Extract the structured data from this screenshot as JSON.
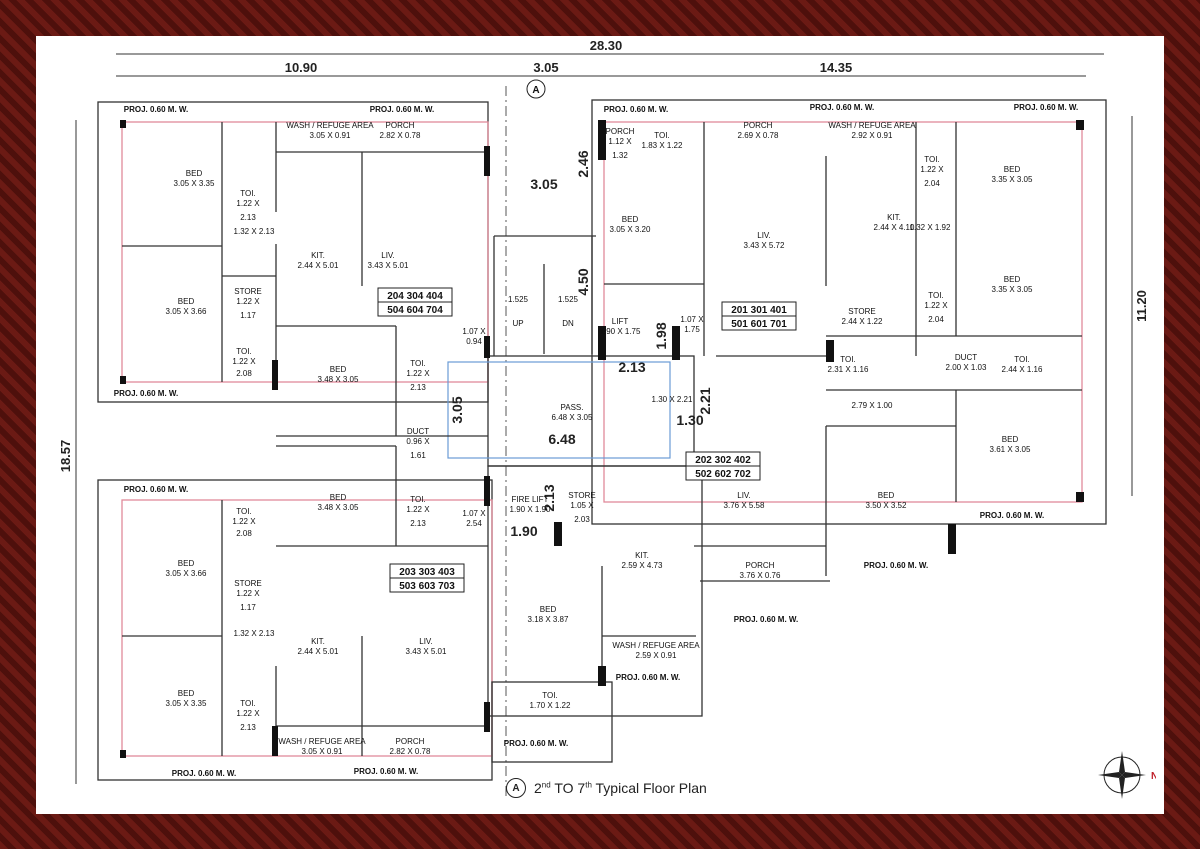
{
  "plan": {
    "caption": {
      "marker": "A",
      "floor_from": "2",
      "sup_from": "nd",
      "mid": " TO ",
      "floor_to": "7",
      "sup_to": "th",
      "rest": " Typical Floor Plan"
    },
    "axis_marker": "A",
    "north": "N",
    "dims": {
      "total": "28.30",
      "left": "10.90",
      "mid": "3.05",
      "right": "14.35",
      "height": "18.57",
      "right_height": "11.20"
    },
    "core_dims": [
      "3.05",
      "2.46",
      "4.50",
      "1.525",
      "1.525",
      "2.13",
      "1.98",
      "3.05",
      "6.48",
      "2.21",
      "1.30",
      "2.13",
      "1.90"
    ],
    "proj": "PROJ. 0.60 M. W.",
    "flats": {
      "f204": "204 304 404",
      "f504": "504 604 704",
      "f201": "201 301 401",
      "f501": "501 601 701",
      "f202": "202 302 402",
      "f502": "502 602 702",
      "f203": "203 303 403",
      "f503": "503 603 703"
    },
    "rooms": [
      {
        "l": "WASH / REFUGE AREA",
        "d": "3.05 X 0.91"
      },
      {
        "l": "PORCH",
        "d": "2.82 X 0.78"
      },
      {
        "l": "BED",
        "d": "3.05 X 3.35"
      },
      {
        "l": "TOI.",
        "d": "1.22 X"
      },
      {
        "l": "2.13",
        "d": ""
      },
      {
        "l": "KIT.",
        "d": "2.44 X 5.01"
      },
      {
        "l": "LIV.",
        "d": "3.43 X 5.01"
      },
      {
        "l": "1.32 X 2.13",
        "d": ""
      },
      {
        "l": "BED",
        "d": "3.05 X 3.66"
      },
      {
        "l": "STORE",
        "d": "1.22 X"
      },
      {
        "l": "1.17",
        "d": ""
      },
      {
        "l": "TOI.",
        "d": "1.22 X"
      },
      {
        "l": "2.08",
        "d": ""
      },
      {
        "l": "BED",
        "d": "3.48 X 3.05"
      },
      {
        "l": "TOI.",
        "d": "1.22 X"
      },
      {
        "l": "2.13",
        "d": ""
      },
      {
        "l": "DUCT",
        "d": "0.96 X"
      },
      {
        "l": "1.61",
        "d": ""
      },
      {
        "l": "1.07 X",
        "d": "0.94"
      },
      {
        "l": "BED",
        "d": "3.48 X 3.05"
      },
      {
        "l": "TOI.",
        "d": "1.22 X"
      },
      {
        "l": "2.13",
        "d": ""
      },
      {
        "l": "1.07 X",
        "d": "2.54"
      },
      {
        "l": "TOI.",
        "d": "1.22 X"
      },
      {
        "l": "2.08",
        "d": ""
      },
      {
        "l": "BED",
        "d": "3.05 X 3.66"
      },
      {
        "l": "STORE",
        "d": "1.22 X"
      },
      {
        "l": "1.17",
        "d": ""
      },
      {
        "l": "1.32 X 2.13",
        "d": ""
      },
      {
        "l": "KIT.",
        "d": "2.44 X 5.01"
      },
      {
        "l": "LIV.",
        "d": "3.43 X 5.01"
      },
      {
        "l": "BED",
        "d": "3.05 X 3.35"
      },
      {
        "l": "TOI.",
        "d": "1.22 X"
      },
      {
        "l": "2.13",
        "d": ""
      },
      {
        "l": "WASH / REFUGE AREA",
        "d": "3.05 X 0.91"
      },
      {
        "l": "PORCH",
        "d": "2.82 X 0.78"
      },
      {
        "l": "PASS.",
        "d": "6.48 X 3.05"
      },
      {
        "l": "UP",
        "d": ""
      },
      {
        "l": "DN",
        "d": ""
      },
      {
        "l": "LIFT",
        "d": "1.90 X 1.75"
      },
      {
        "l": "1.07 X",
        "d": "1.75"
      },
      {
        "l": "1.30 X 2.21",
        "d": ""
      },
      {
        "l": "FIRE LIFT",
        "d": "1.90 X 1.90"
      },
      {
        "l": "STORE",
        "d": "1.05 X"
      },
      {
        "l": "2.03",
        "d": ""
      },
      {
        "l": "TOI.",
        "d": "1.70 X 1.22"
      },
      {
        "l": "KIT.",
        "d": "2.59 X 4.73"
      },
      {
        "l": "BED",
        "d": "3.18 X 3.87"
      },
      {
        "l": "WASH / REFUGE AREA",
        "d": "2.59 X 0.91"
      },
      {
        "l": "PORCH",
        "d": "1.12 X"
      },
      {
        "l": "1.32",
        "d": ""
      },
      {
        "l": "TOI.",
        "d": "1.83 X 1.22"
      },
      {
        "l": "PORCH",
        "d": "2.69 X 0.78"
      },
      {
        "l": "WASH / REFUGE AREA",
        "d": "2.92 X 0.91"
      },
      {
        "l": "TOI.",
        "d": "1.22 X"
      },
      {
        "l": "2.04",
        "d": ""
      },
      {
        "l": "BED",
        "d": "3.35 X 3.05"
      },
      {
        "l": "BED",
        "d": "3.05 X 3.20"
      },
      {
        "l": "LIV.",
        "d": "3.43 X 5.72"
      },
      {
        "l": "KIT.",
        "d": "2.44 X 4.10"
      },
      {
        "l": "1.32 X 1.92",
        "d": ""
      },
      {
        "l": "BED",
        "d": "3.35 X 3.05"
      },
      {
        "l": "STORE",
        "d": "2.44 X 1.22"
      },
      {
        "l": "TOI.",
        "d": "1.22 X"
      },
      {
        "l": "2.04",
        "d": ""
      },
      {
        "l": "TOI.",
        "d": "2.31 X 1.16"
      },
      {
        "l": "DUCT",
        "d": "2.00 X 1.03"
      },
      {
        "l": "TOI.",
        "d": "2.44 X 1.16"
      },
      {
        "l": "2.79 X 1.00",
        "d": ""
      },
      {
        "l": "BED",
        "d": "3.61 X 3.05"
      },
      {
        "l": "LIV.",
        "d": "3.76 X 5.58"
      },
      {
        "l": "BED",
        "d": "3.50 X 3.52"
      },
      {
        "l": "PORCH",
        "d": "3.76 X 0.76"
      }
    ]
  }
}
